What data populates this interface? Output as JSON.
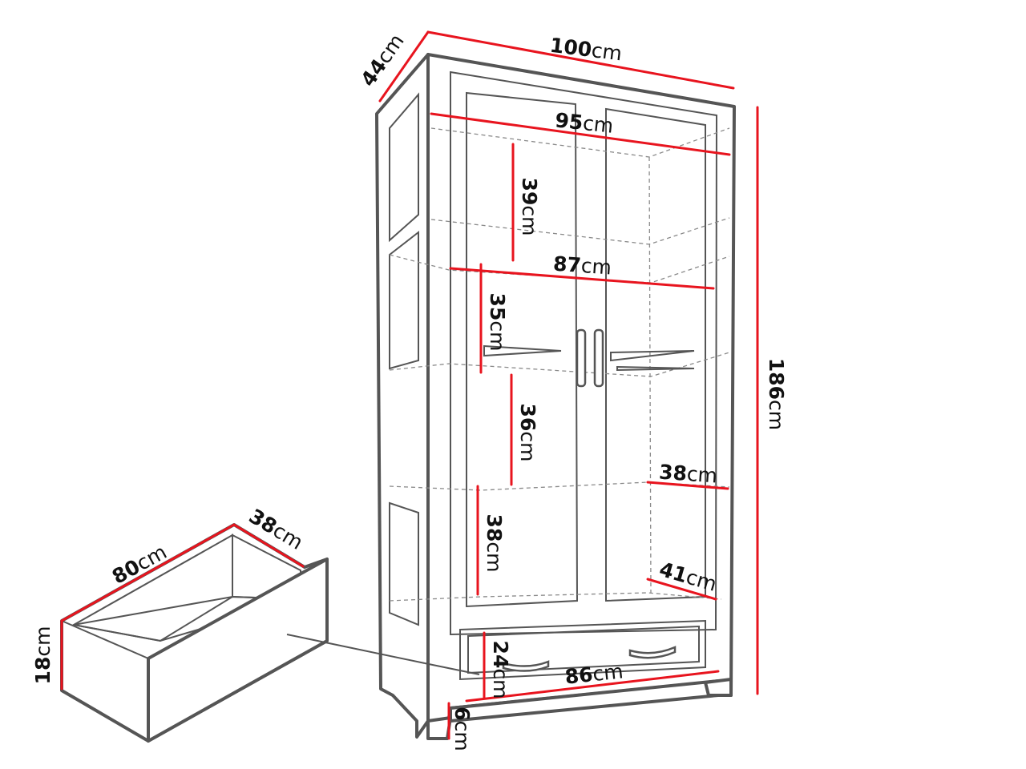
{
  "unit": "cm",
  "colors": {
    "dimension_line": "#e8141e",
    "outline": "#555555",
    "background": "#ffffff"
  },
  "cabinet": {
    "width": {
      "value": "100",
      "unit": "cm"
    },
    "depth": {
      "value": "44",
      "unit": "cm"
    },
    "height": {
      "value": "186",
      "unit": "cm"
    },
    "inner_width": {
      "value": "95",
      "unit": "cm"
    },
    "shelf_width": {
      "value": "87",
      "unit": "cm"
    },
    "compartment_1": {
      "value": "39",
      "unit": "cm"
    },
    "compartment_2": {
      "value": "35",
      "unit": "cm"
    },
    "compartment_3": {
      "value": "36",
      "unit": "cm"
    },
    "compartment_4": {
      "value": "38",
      "unit": "cm"
    },
    "shelf_depth": {
      "value": "38",
      "unit": "cm"
    },
    "bottom_depth": {
      "value": "41",
      "unit": "cm"
    },
    "drawer_front_height": {
      "value": "24",
      "unit": "cm"
    },
    "drawer_front_width": {
      "value": "86",
      "unit": "cm"
    },
    "leg_height": {
      "value": "6",
      "unit": "cm"
    }
  },
  "drawer": {
    "width": {
      "value": "80",
      "unit": "cm"
    },
    "depth": {
      "value": "38",
      "unit": "cm"
    },
    "height": {
      "value": "18",
      "unit": "cm"
    }
  }
}
